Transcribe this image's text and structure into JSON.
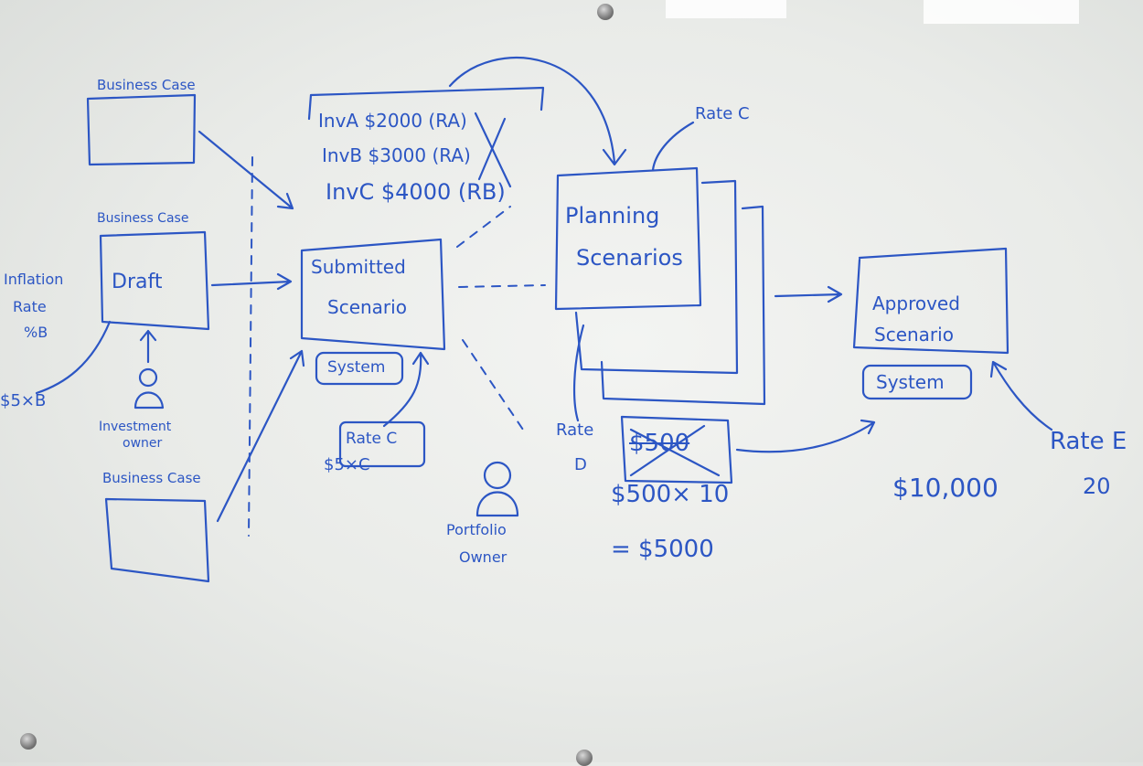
{
  "business_case_top": "Business Case",
  "business_case_middle": "Business Case",
  "business_case_bottom": "Business Case",
  "draft": "Draft",
  "inflation_rate_1": "Inflation",
  "inflation_rate_2": "Rate",
  "inflation_rate_3": "%B",
  "five_x_b": "$5×B",
  "investment_owner_1": "Investment",
  "investment_owner_2": "owner",
  "inv_a": "InvA  $2000 (RA)",
  "inv_b": "InvB  $3000 (RA)",
  "inv_c": "InvC $4000 (RB)",
  "submitted_1": "Submitted",
  "submitted_2": "Scenario",
  "system_1": "System",
  "rate_c_box": "Rate C",
  "five_x_c": "$5×C",
  "portfolio_owner_1": "Portfolio",
  "portfolio_owner_2": "Owner",
  "rate_c_top": "Rate C",
  "planning_1": "Planning",
  "planning_2": "Scenarios",
  "rate_d_1": "Rate",
  "rate_d_2": "D",
  "struck_value": "$500",
  "calc_1": "$500× 10",
  "calc_2": "= $5000",
  "approved_1": "Approved",
  "approved_2": "Scenario",
  "system_2": "System",
  "ten_thousand": "$10,000",
  "rate_e": "Rate E",
  "twenty": "20"
}
